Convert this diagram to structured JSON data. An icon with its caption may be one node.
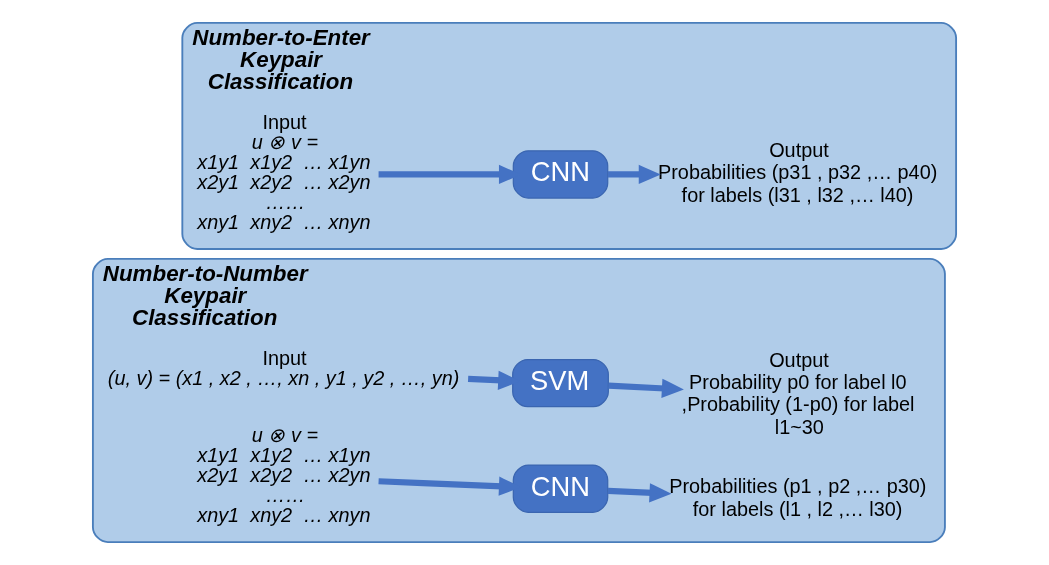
{
  "diagram": {
    "nodes": [
      {
        "text": [
          "Number-to-Enter Keypair Classification"
        ]
      },
      {
        "text": [
          "Input",
          "u ⊗ v =",
          "x1y1  x1y2  … x1yn",
          "x2y1  x2y2  … x2yn",
          "……",
          "xny1  xny2  … xnyn"
        ],
        "in": 0
      },
      {
        "text": [
          "CNN"
        ],
        "in": 0
      },
      {
        "text": [
          "Output",
          "Probabilities (p31 , p32 ,… p40) for labels (l31 , l32 ,… l40)"
        ],
        "in": 0
      },
      {
        "text": [
          "Number-to-Number Keypair Classification"
        ]
      },
      {
        "text": [
          "Input",
          "(u, v) = (x1 , x2 , …, xn , y1 , y2 , …, yn)"
        ],
        "in": 4
      },
      {
        "text": [
          "SVM"
        ],
        "in": 4
      },
      {
        "text": [
          "Output",
          "Probability p0 for label l0 ,Probability (1-p0) for label l1~30"
        ],
        "in": 4
      },
      {
        "text": [
          "u ⊗ v =",
          "x1y1  x1y2  … x1yn",
          "x2y1  x2y2  … x2yn",
          "……",
          "xny1  xny2  … xnyn"
        ],
        "in": 4
      },
      {
        "text": [
          "CNN"
        ],
        "in": 4
      },
      {
        "text": [
          "Probabilities (p1 , p2 ,… p30) for labels (l1 , l2 ,… l30)"
        ],
        "in": 4
      }
    ],
    "edges": [
      {
        "from": 1,
        "to": 2,
        "arrow": "to"
      },
      {
        "from": 2,
        "to": 3,
        "arrow": "to"
      },
      {
        "from": 5,
        "to": 6,
        "arrow": "to"
      },
      {
        "from": 6,
        "to": 7,
        "arrow": "to"
      },
      {
        "from": 8,
        "to": 9,
        "arrow": "to"
      },
      {
        "from": 9,
        "to": 10,
        "arrow": "to"
      }
    ]
  }
}
